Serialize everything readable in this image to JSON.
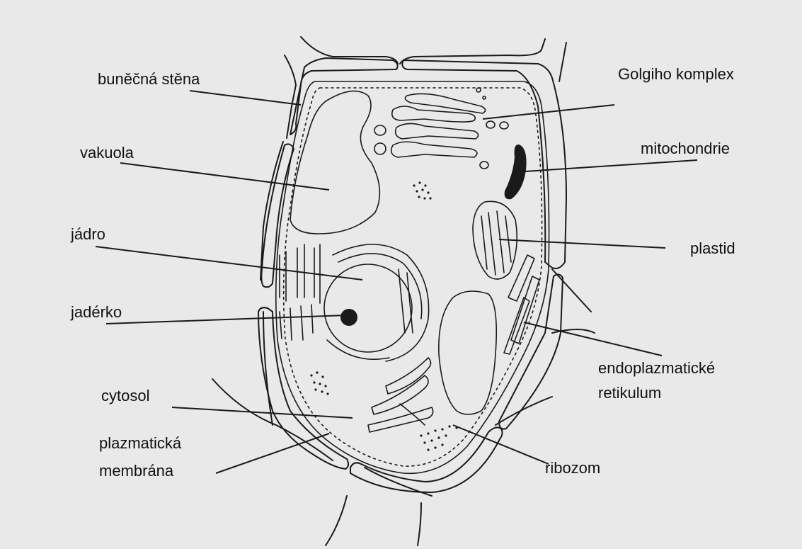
{
  "colors": {
    "background": "#e9e9e9",
    "ink": "#1a1a1a"
  },
  "labels": {
    "cell_wall": "buněčná stěna",
    "vacuole": "vakuola",
    "nucleus": "jádro",
    "nucleolus": "jadérko",
    "cytosol": "cytosol",
    "plasma_membrane_1": "plazmatická",
    "plasma_membrane_2": "membrána",
    "golgi": "Golgiho komplex",
    "mitochondria": "mitochondrie",
    "plastid": "plastid",
    "er_1": "endoplazmatické",
    "er_2": "retikulum",
    "ribosome": "ribozom"
  }
}
